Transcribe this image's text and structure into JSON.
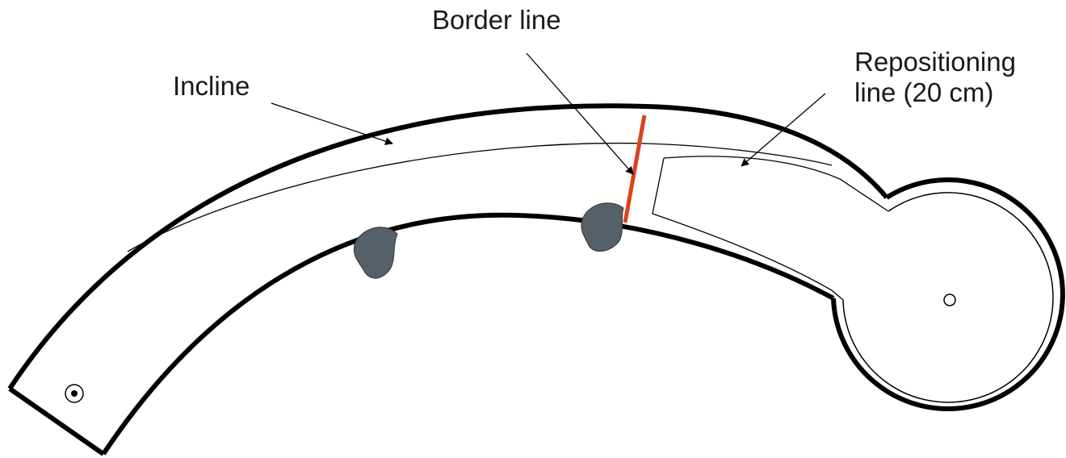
{
  "labels": {
    "incline": "Incline",
    "border_line": "Border line",
    "repositioning_line_1": "Repositioning",
    "repositioning_line_2": "line (20 cm)"
  },
  "colors": {
    "outline": "#000000",
    "border_line": "#d9441c",
    "blob": "#566069"
  }
}
